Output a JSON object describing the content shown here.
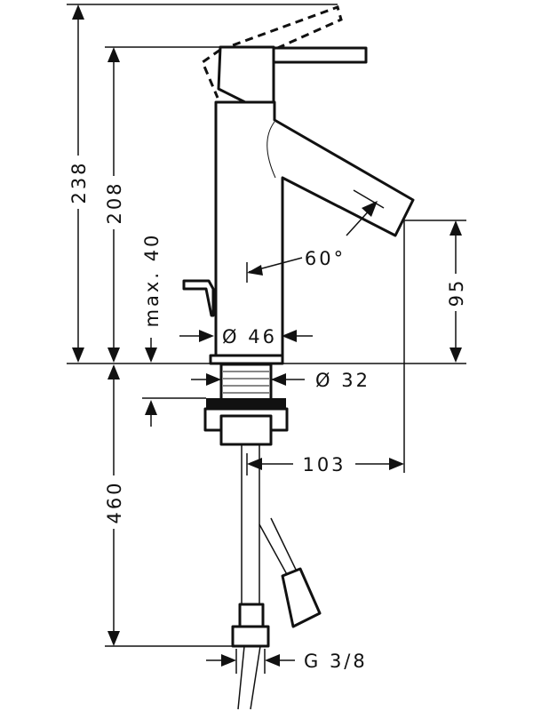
{
  "title": "Basin mixer dimension drawing",
  "dimensions": {
    "total_height": "238",
    "body_height": "208",
    "max_deck": "max. 40",
    "lever_angle": "60°",
    "body_diameter": "Ø 46",
    "shank_diameter": "Ø 32",
    "spout_height": "95",
    "spout_projection": "103",
    "hose_length": "460",
    "connection": "G 3/8"
  },
  "colors": {
    "line": "#111111",
    "background": "#ffffff"
  }
}
